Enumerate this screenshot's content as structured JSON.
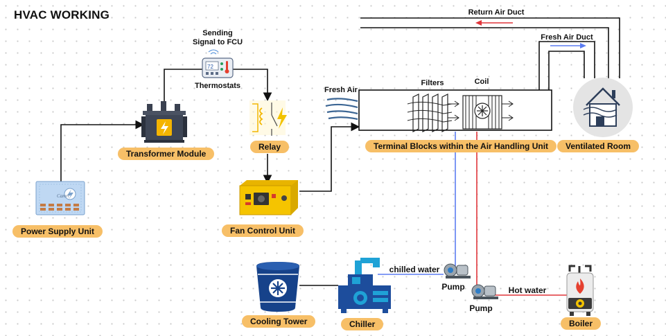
{
  "title": "HVAC WORKING",
  "labels": {
    "sending": "Sending",
    "signal": "Signal to FCU",
    "thermostats": "Thermostats",
    "fresh_air": "Fresh Air",
    "filters": "Filters",
    "coil": "Coil",
    "return_air_duct": "Return Air Duct",
    "fresh_air_duct": "Fresh Air Duct",
    "chilled_water": "chilled water",
    "hot_water": "Hot water",
    "pump_1": "Pump",
    "pump_2": "Pump"
  },
  "components": {
    "power_supply": "Power Supply Unit",
    "transformer": "Transformer Module",
    "relay": "Relay",
    "fan_control": "Fan Control Unit",
    "terminal_blocks": "Terminal Blocks within the Air Handling Unit",
    "ventilated_room": "Ventilated Room",
    "cooling_tower": "Cooling Tower",
    "chiller": "Chiller",
    "boiler": "Boiler"
  },
  "logos": {
    "power_brand": "Camrr",
    "thermostat_display": "72"
  },
  "colors": {
    "badge": "#f7bf67",
    "chilled_line": "#5b7cf2",
    "hot_line": "#e0353a",
    "icon_blue": "#1d4d9c",
    "icon_cyan": "#1fa2d6",
    "fan_yellow": "#f2c200",
    "flame": "#e5402f"
  }
}
